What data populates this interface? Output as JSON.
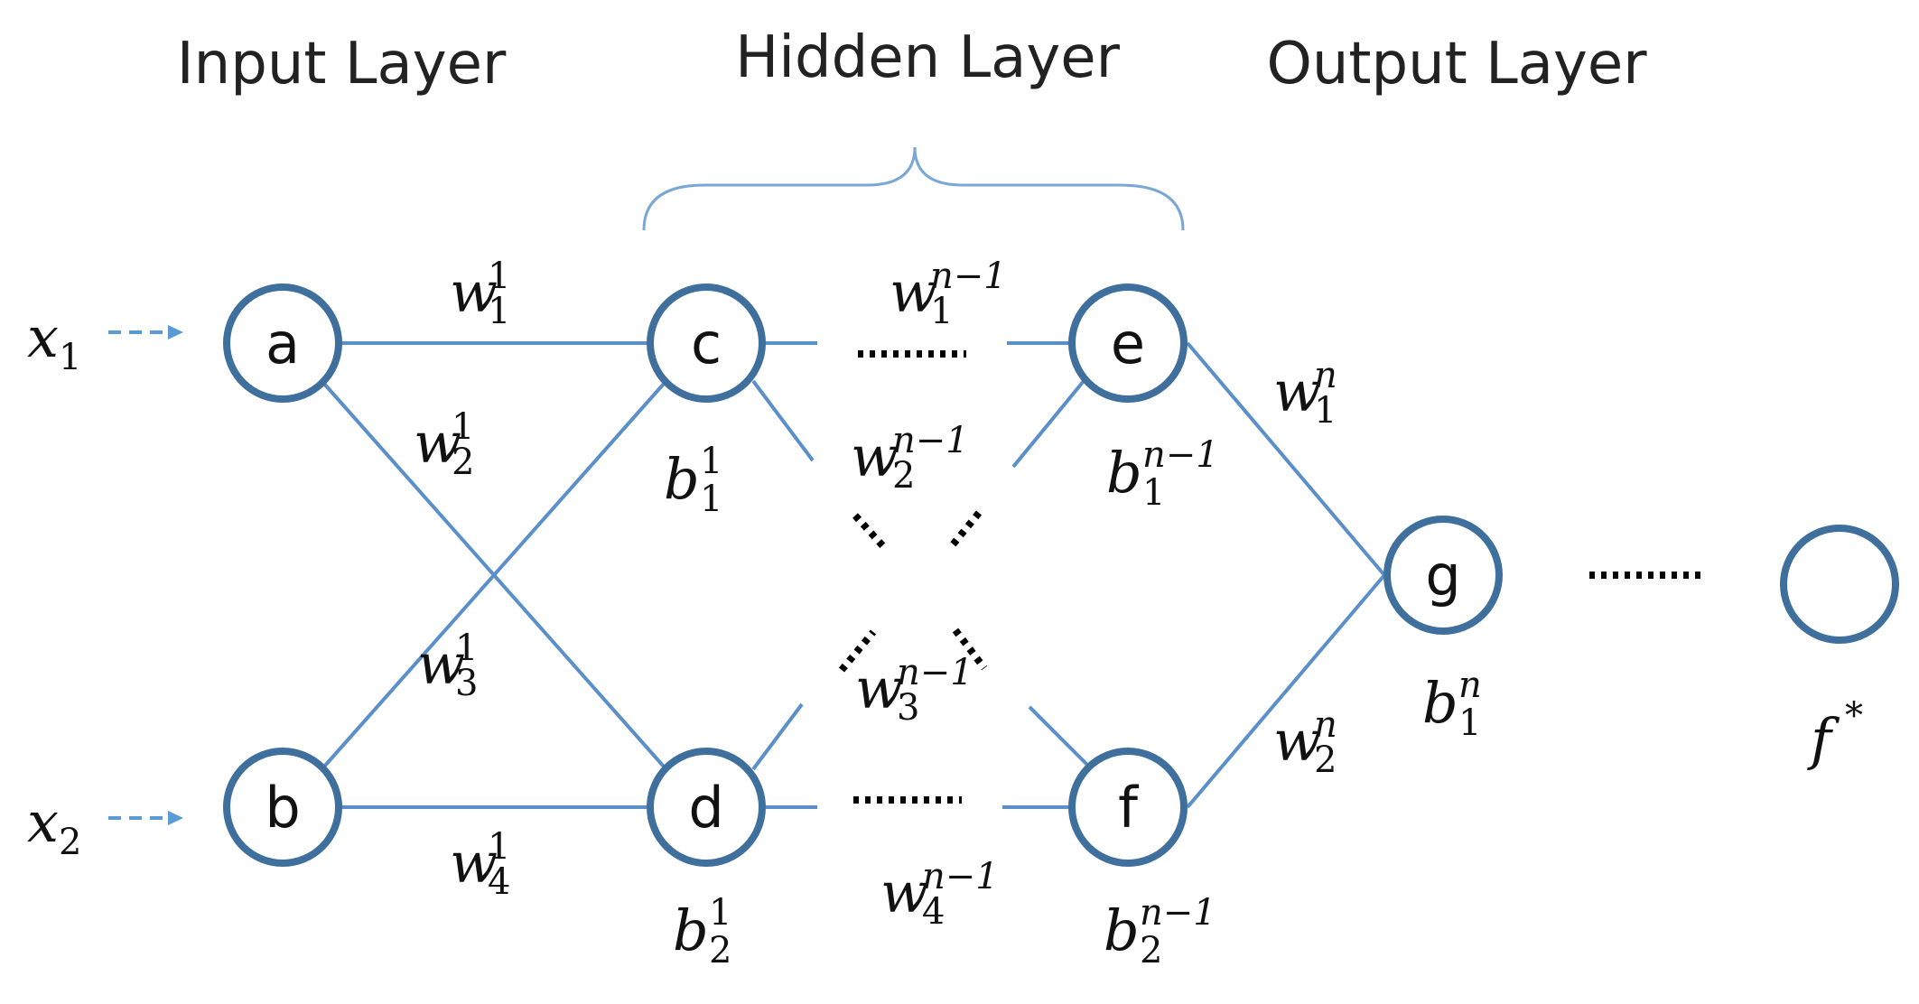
{
  "layers": {
    "input": "Input Layer",
    "hidden": "Hidden Layer",
    "output": "Output Layer"
  },
  "nodes": {
    "a": "a",
    "b": "b",
    "c": "c",
    "d": "d",
    "e": "e",
    "f": "f",
    "g": "g"
  },
  "inputs": [
    {
      "base": "x",
      "sub": "1"
    },
    {
      "base": "x",
      "sub": "2"
    }
  ],
  "weights": [
    {
      "base": "w",
      "sub": "1",
      "sup": "1"
    },
    {
      "base": "w",
      "sub": "2",
      "sup": "1"
    },
    {
      "base": "w",
      "sub": "3",
      "sup": "1"
    },
    {
      "base": "w",
      "sub": "4",
      "sup": "1"
    },
    {
      "base": "w",
      "sub": "1",
      "sup": "n−1"
    },
    {
      "base": "w",
      "sub": "2",
      "sup": "n−1"
    },
    {
      "base": "w",
      "sub": "3",
      "sup": "n−1"
    },
    {
      "base": "w",
      "sub": "4",
      "sup": "n−1"
    },
    {
      "base": "w",
      "sub": "1",
      "sup": "n"
    },
    {
      "base": "w",
      "sub": "2",
      "sup": "n"
    }
  ],
  "biases": [
    {
      "base": "b",
      "sub": "1",
      "sup": "1"
    },
    {
      "base": "b",
      "sub": "2",
      "sup": "1"
    },
    {
      "base": "b",
      "sub": "1",
      "sup": "n−1"
    },
    {
      "base": "b",
      "sub": "2",
      "sup": "n−1"
    },
    {
      "base": "b",
      "sub": "1",
      "sup": "n"
    }
  ],
  "final_output": {
    "base": "f",
    "sup": "*"
  },
  "colors": {
    "node_stroke": "#3f6f9c",
    "edge": "#5b8fc9",
    "input_arrow": "#5b9bd5"
  }
}
